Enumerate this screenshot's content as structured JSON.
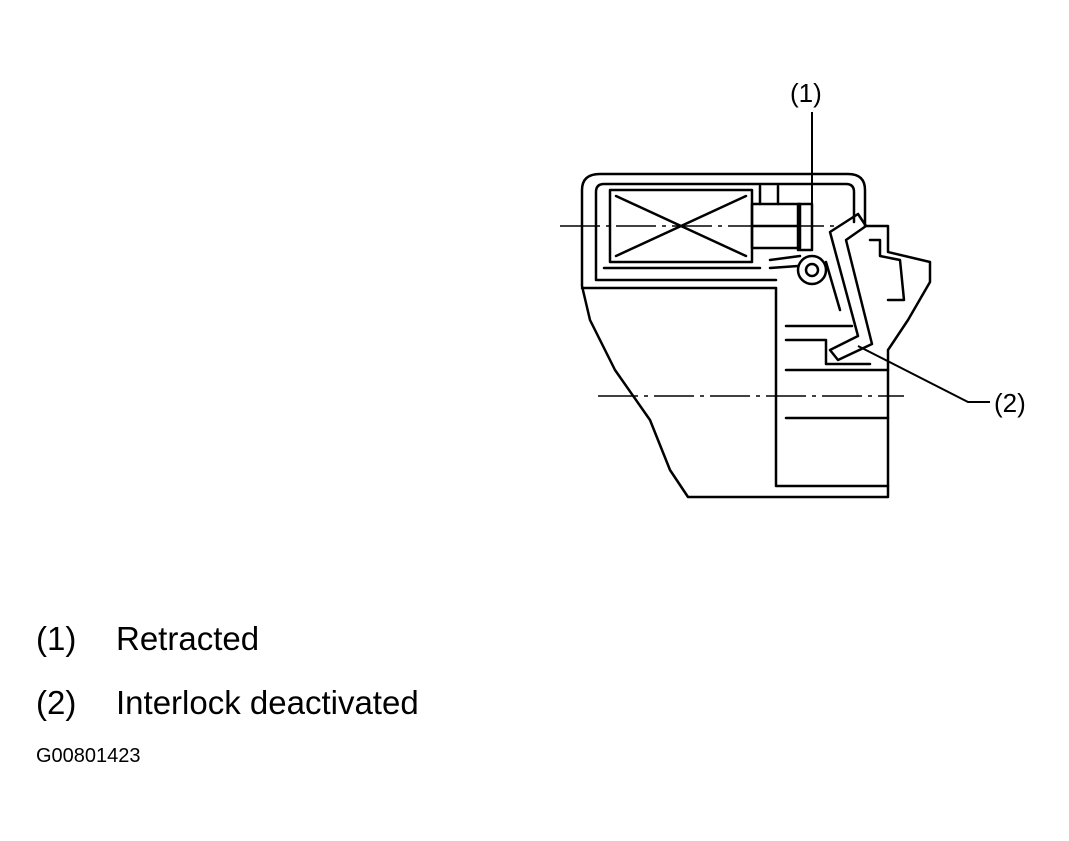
{
  "callouts": [
    {
      "label": "(1)"
    },
    {
      "label": "(2)"
    }
  ],
  "legend": [
    {
      "num": "(1)",
      "text": "Retracted"
    },
    {
      "num": "(2)",
      "text": "Interlock deactivated"
    }
  ],
  "figure_id": "G00801423"
}
